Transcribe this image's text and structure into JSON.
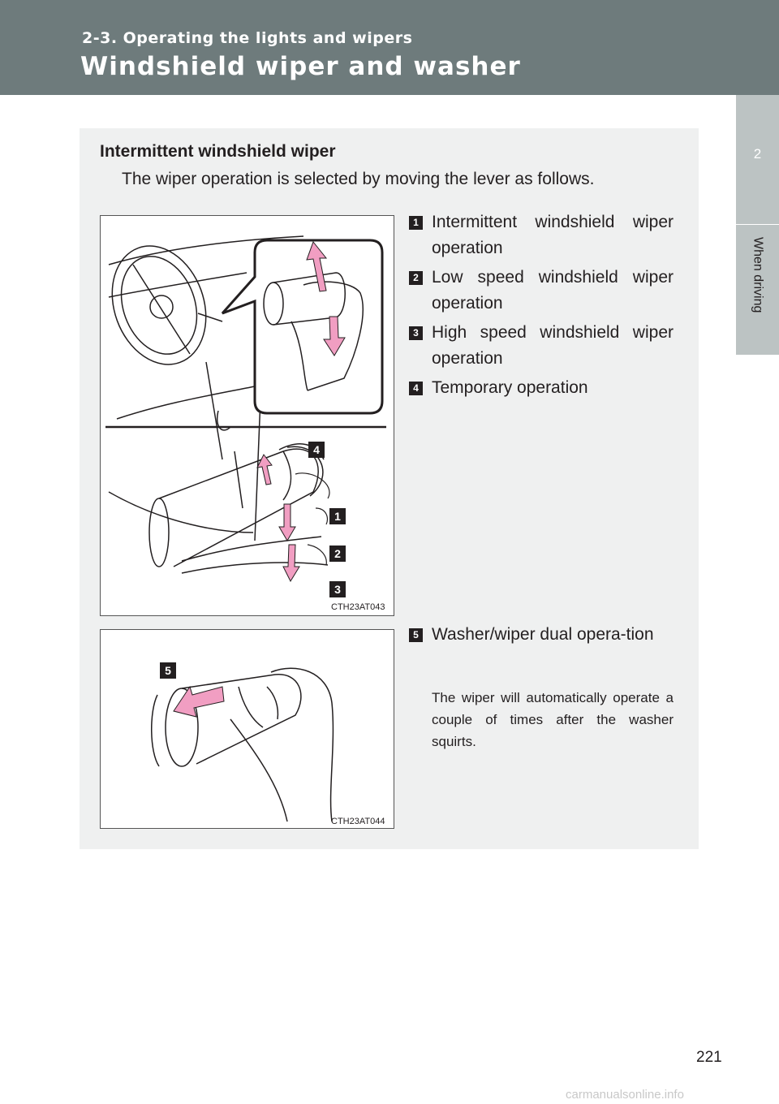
{
  "header": {
    "section": "2-3. Operating the lights and wipers",
    "title": "Windshield wiper and washer"
  },
  "side_tab": {
    "chapter_number": "2",
    "chapter_label": "When driving"
  },
  "panel": {
    "heading": "Intermittent windshield wiper",
    "intro": "The wiper operation is selected by moving the lever as follows."
  },
  "figures": [
    {
      "code": "CTH23AT043",
      "callouts": [
        "4",
        "1",
        "2",
        "3"
      ]
    },
    {
      "code": "CTH23AT044",
      "callouts": [
        "5"
      ]
    }
  ],
  "items": [
    {
      "marker": "1",
      "text": "Intermittent windshield wiper operation"
    },
    {
      "marker": "2",
      "text": "Low speed windshield wiper operation"
    },
    {
      "marker": "3",
      "text": "High speed windshield wiper operation"
    },
    {
      "marker": "4",
      "text": "Temporary operation"
    },
    {
      "marker": "5",
      "text": "Washer/wiper dual opera-tion"
    }
  ],
  "note": "The wiper will automatically operate a couple of times after the washer squirts.",
  "page_number": "221",
  "footer_url": "carmanualsonline.info",
  "colors": {
    "header": "#6e7b7c",
    "side_tab": "#bcc3c3",
    "panel": "#eff0f0",
    "arrow": "#f19ec2"
  }
}
